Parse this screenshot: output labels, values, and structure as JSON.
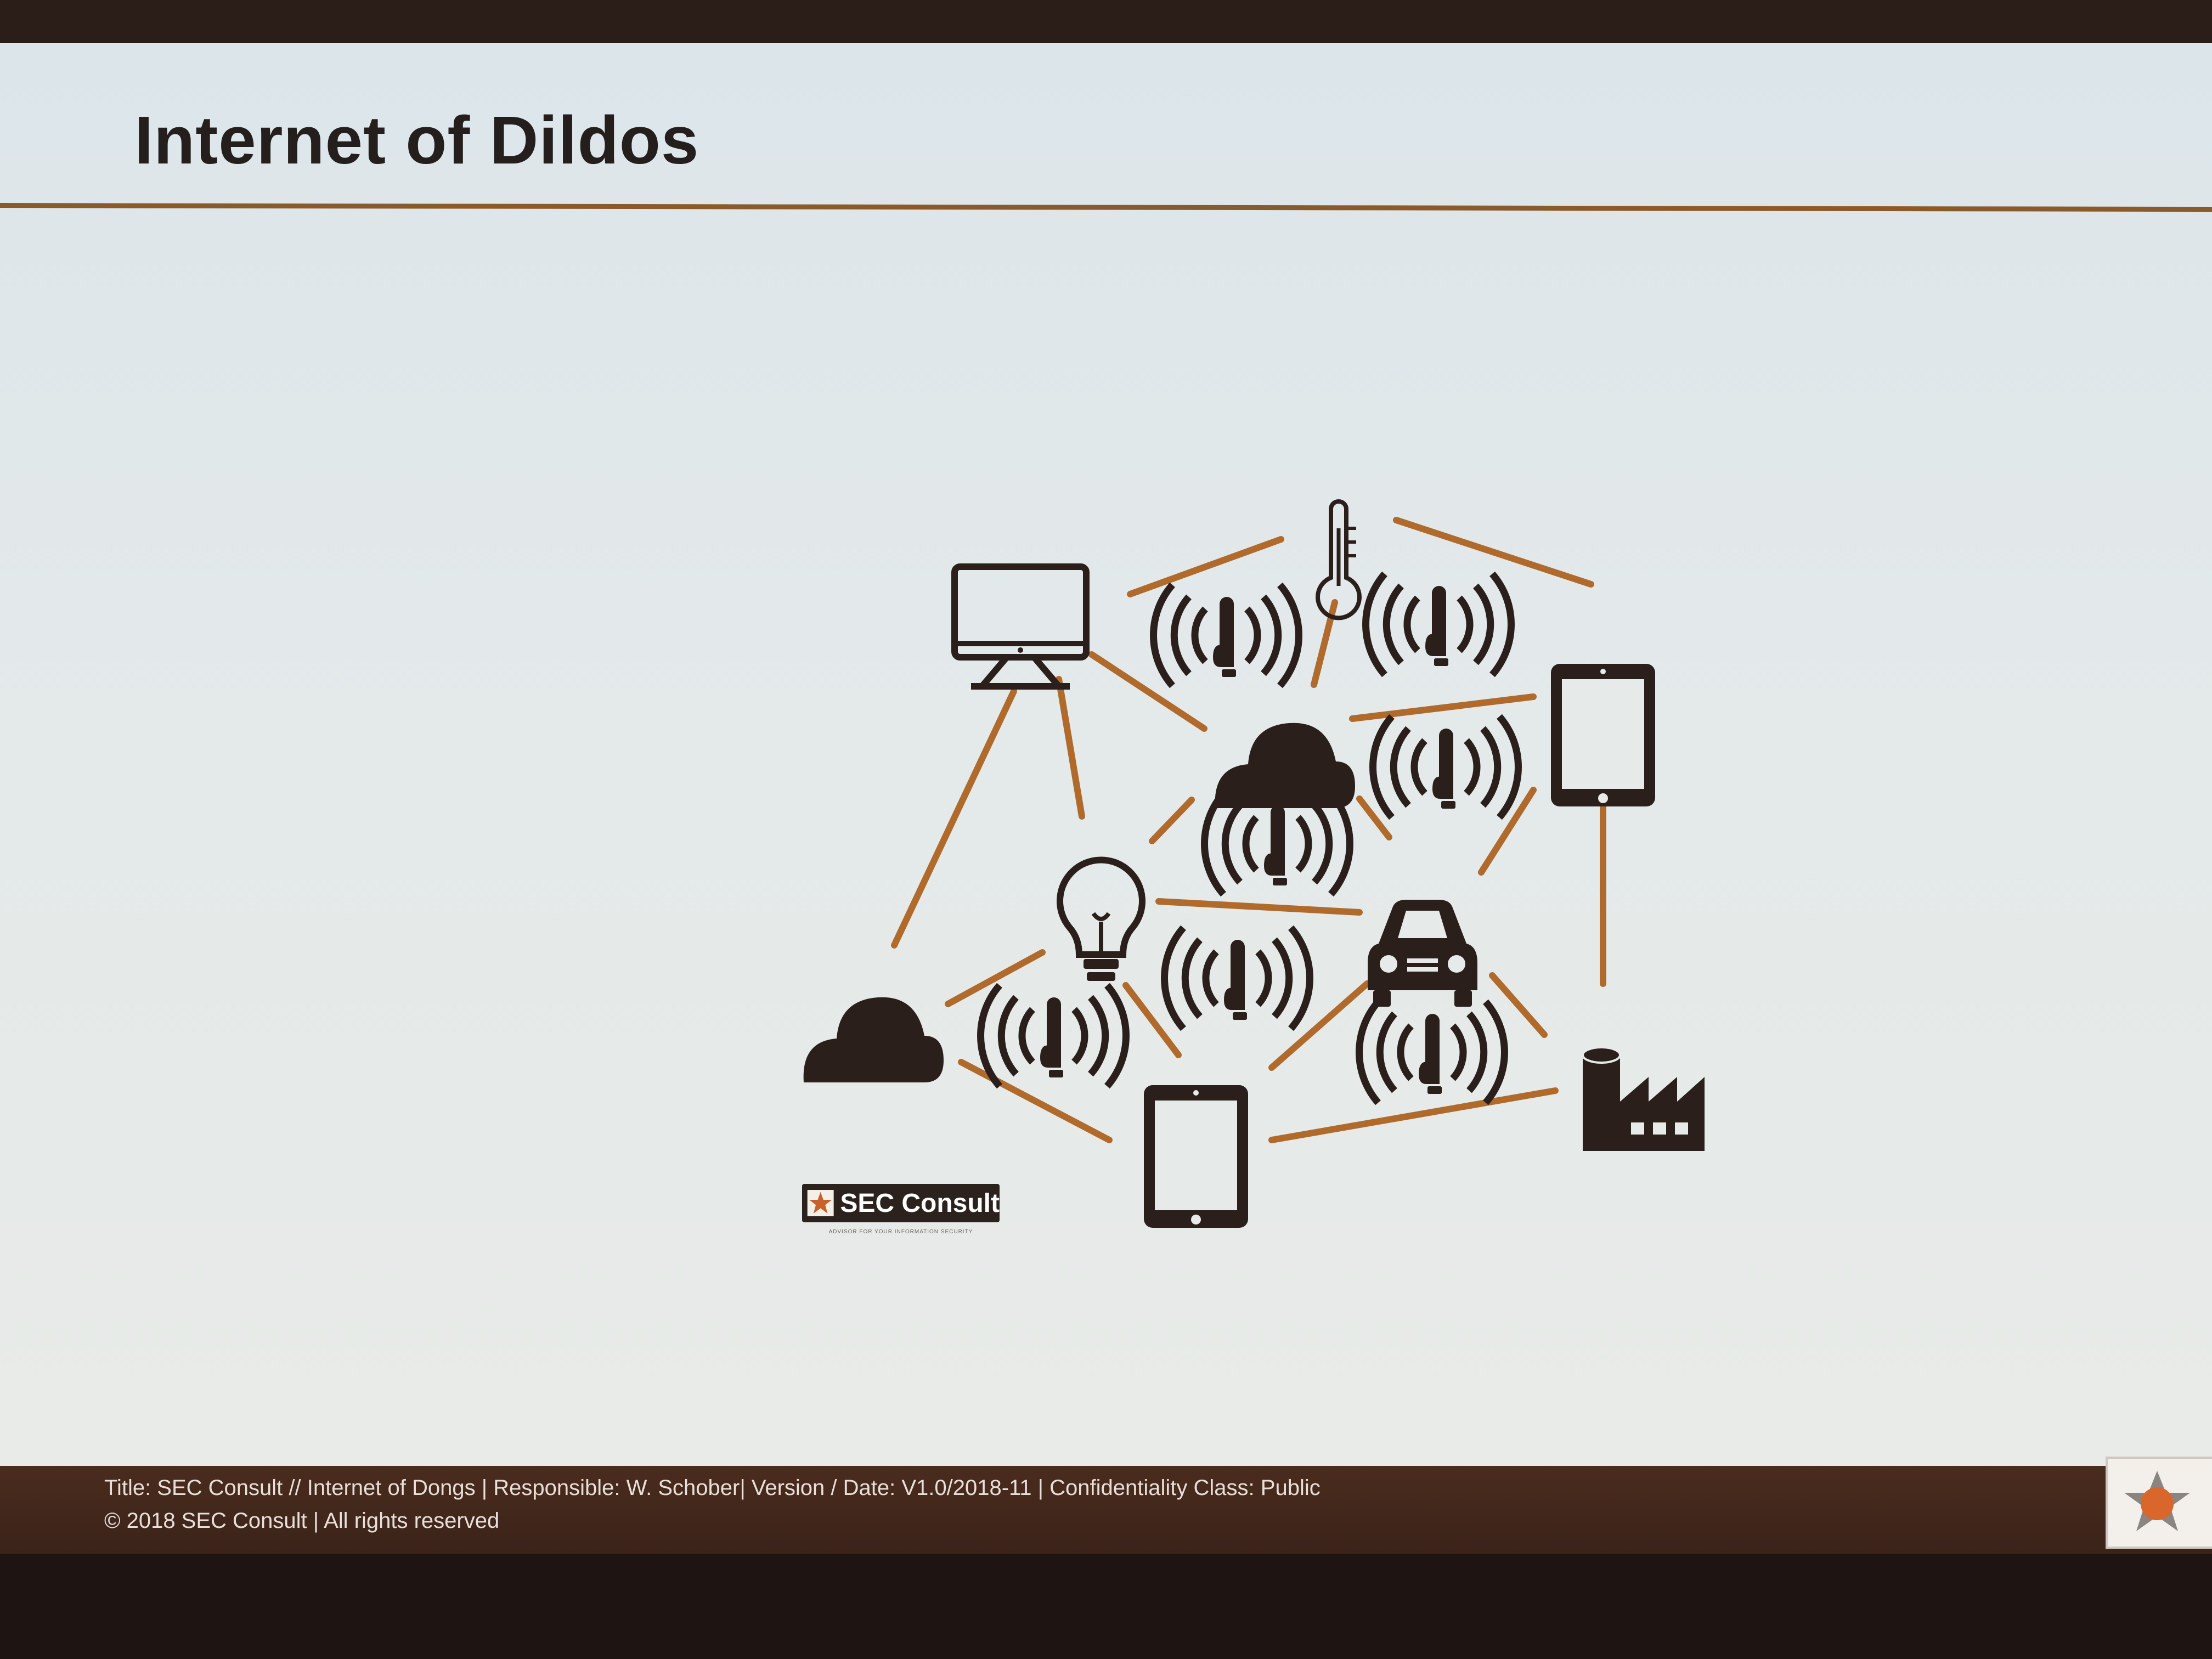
{
  "slide": {
    "title": "Internet of Dildos"
  },
  "diagram": {
    "nodes": [
      "monitor-icon",
      "thermometer-icon",
      "tablet-icon",
      "cloud-icon",
      "lightbulb-icon",
      "car-icon",
      "factory-icon"
    ],
    "link_color": "#b06a2c",
    "icon_color": "#2b1f1c"
  },
  "logo": {
    "name": "SEC Consult",
    "tagline": "ADVISOR FOR YOUR INFORMATION SECURITY"
  },
  "footer": {
    "line1": "Title: SEC Consult // Internet of Dongs | Responsible: W. Schober| Version / Date: V1.0/2018-11 | Confidentiality Class: Public",
    "line2": "© 2018 SEC Consult | All rights reserved"
  }
}
